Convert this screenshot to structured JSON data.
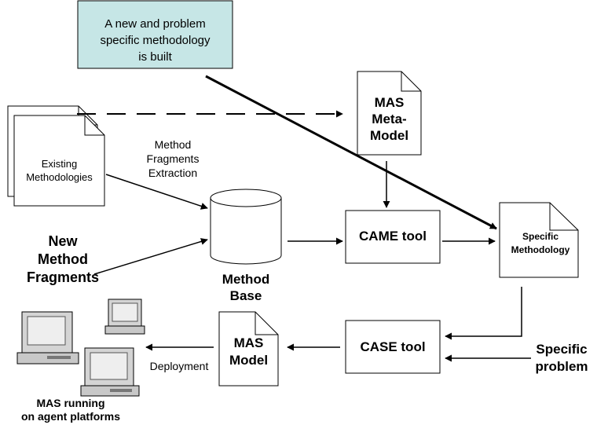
{
  "nodes": {
    "new_methodology": {
      "line1": "A new and problem",
      "line2": "specific methodology",
      "line3": "is built",
      "fill": "#c6e6e6"
    },
    "existing_methodologies": {
      "line1": "Existing",
      "line2": "Methodologies"
    },
    "mas_meta_model": {
      "line1": "MAS",
      "line2": "Meta-",
      "line3": "Model"
    },
    "method_base": {
      "line1": "Method",
      "line2": "Base"
    },
    "came_tool": {
      "label": "CAME tool"
    },
    "specific_methodology": {
      "line1": "Specific",
      "line2": "Methodology"
    },
    "case_tool": {
      "label": "CASE tool"
    },
    "mas_model": {
      "line1": "MAS",
      "line2": "Model"
    },
    "new_method_fragments": {
      "line1": "New",
      "line2": "Method",
      "line3": "Fragments"
    },
    "specific_problem": {
      "line1": "Specific",
      "line2": "problem"
    },
    "mas_running": {
      "line1": "MAS running",
      "line2": "on agent platforms"
    }
  },
  "edge_labels": {
    "extraction": {
      "line1": "Method",
      "line2": "Fragments",
      "line3": "Extraction"
    },
    "deployment": "Deployment"
  },
  "icons": [
    "document-stack-icon",
    "document-icon",
    "cylinder-icon",
    "computer-icon"
  ]
}
